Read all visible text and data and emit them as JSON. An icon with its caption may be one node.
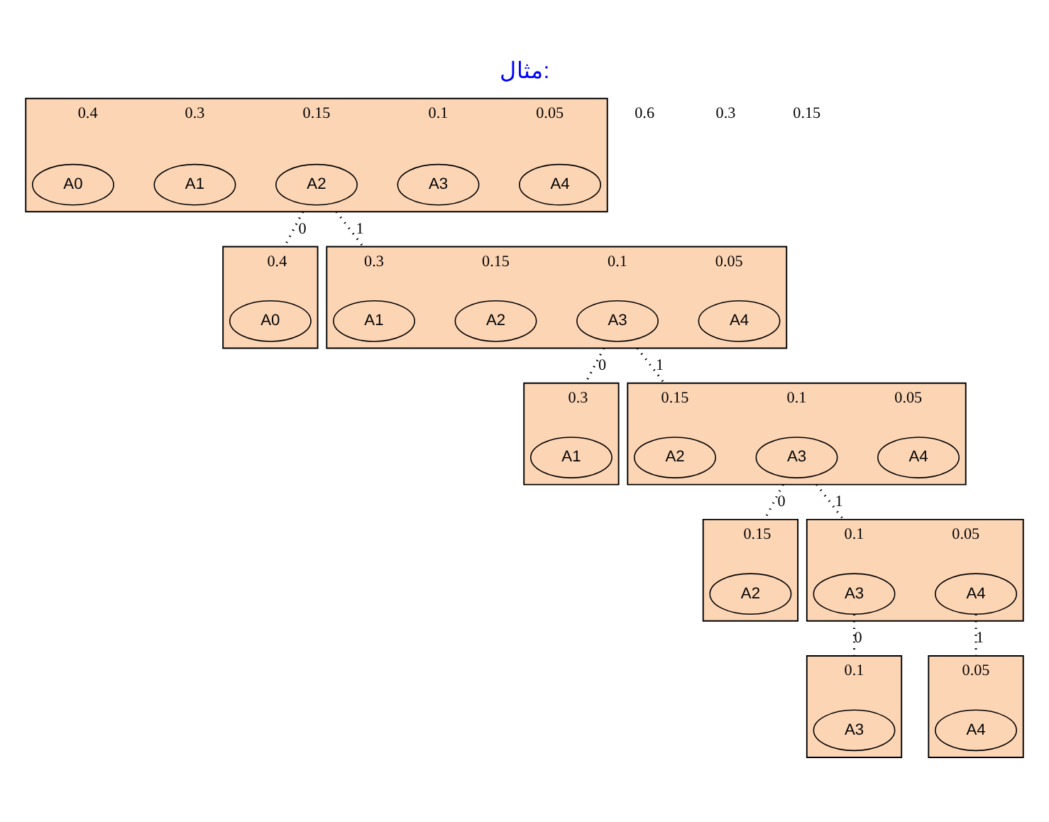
{
  "diagram": {
    "title": "مثال:",
    "nodes": [
      {
        "text": [],
        "shape": "box"
      },
      {
        "text": [
          "A0"
        ],
        "in": 0,
        "beside": [
          "0.4"
        ]
      },
      {
        "text": [
          "A1"
        ],
        "in": 0,
        "beside": [
          "0.3"
        ]
      },
      {
        "text": [
          "A2"
        ],
        "in": 0,
        "beside": [
          "0.15"
        ]
      },
      {
        "text": [
          "A3"
        ],
        "in": 0,
        "beside": [
          "0.1"
        ]
      },
      {
        "text": [
          "A4"
        ],
        "in": 0,
        "beside": [
          "0.05"
        ]
      },
      {
        "text": [],
        "shape": "box"
      },
      {
        "text": [
          "A0"
        ],
        "in": 6,
        "beside": [
          "0.4"
        ]
      },
      {
        "text": [],
        "shape": "box"
      },
      {
        "text": [
          "A1"
        ],
        "in": 8,
        "beside": [
          "0.3"
        ]
      },
      {
        "text": [
          "A2"
        ],
        "in": 8,
        "beside": [
          "0.15"
        ]
      },
      {
        "text": [
          "A3"
        ],
        "in": 8,
        "beside": [
          "0.1"
        ]
      },
      {
        "text": [
          "A4"
        ],
        "in": 8,
        "beside": [
          "0.05"
        ]
      },
      {
        "text": [],
        "shape": "box"
      },
      {
        "text": [
          "A1"
        ],
        "in": 13,
        "beside": [
          "0.3"
        ]
      },
      {
        "text": [],
        "shape": "box"
      },
      {
        "text": [
          "A2"
        ],
        "in": 15,
        "beside": [
          "0.15"
        ]
      },
      {
        "text": [
          "A3"
        ],
        "in": 15,
        "beside": [
          "0.1"
        ]
      },
      {
        "text": [
          "A4"
        ],
        "in": 15,
        "beside": [
          "0.05"
        ]
      },
      {
        "text": [],
        "shape": "box"
      },
      {
        "text": [
          "A2"
        ],
        "in": 19,
        "beside": [
          "0.15"
        ]
      },
      {
        "text": [],
        "shape": "box"
      },
      {
        "text": [
          "A3"
        ],
        "in": 21,
        "beside": [
          "0.1"
        ]
      },
      {
        "text": [
          "A4"
        ],
        "in": 21,
        "beside": [
          "0.05"
        ]
      },
      {
        "text": [],
        "shape": "box"
      },
      {
        "text": [
          "A3"
        ],
        "in": 24,
        "beside": [
          "0.1"
        ]
      },
      {
        "text": [],
        "shape": "box"
      },
      {
        "text": [
          "A4"
        ],
        "in": 26,
        "beside": [
          "0.05"
        ]
      }
    ],
    "edges": [
      {
        "from": 0,
        "to": 6,
        "arrow": "none",
        "label": "0"
      },
      {
        "from": 0,
        "to": 8,
        "arrow": "none",
        "label": "1"
      },
      {
        "from": 8,
        "to": 13,
        "arrow": "none",
        "label": "0"
      },
      {
        "from": 8,
        "to": 15,
        "arrow": "none",
        "label": "1"
      },
      {
        "from": 15,
        "to": 19,
        "arrow": "none",
        "label": "0"
      },
      {
        "from": 15,
        "to": 21,
        "arrow": "none",
        "label": "1"
      },
      {
        "from": 22,
        "to": 24,
        "arrow": "none",
        "label": "0"
      },
      {
        "from": 23,
        "to": 26,
        "arrow": "none",
        "label": "1"
      }
    ],
    "labels": [
      "0.6",
      "0.3",
      "0.15"
    ]
  }
}
